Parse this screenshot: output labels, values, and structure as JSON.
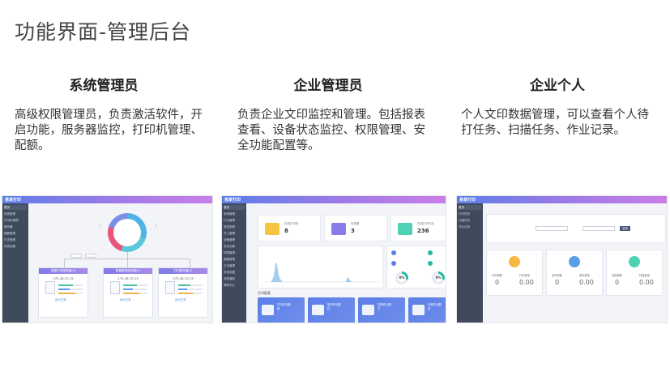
{
  "slide": {
    "title": "功能界面-管理后台"
  },
  "columns": [
    {
      "heading": "系统管理员",
      "desc": "高级权限管理员，负责激活软件，开启功能，服务器监控，打印机管理、配额。"
    },
    {
      "heading": "企业管理员",
      "desc": "负责企业文印监控和管理。包括报表查看、设备状态监控、权限管理、安全功能配置等。"
    },
    {
      "heading": "企业个人",
      "desc": "个人文印数据管理，可以查看个人待打任务、扫描任务、作业记录。"
    }
  ],
  "colors": {
    "topbar_start": "#5b7ee8",
    "topbar_end": "#c97ee8",
    "sidebar": "#3f4a5c",
    "accent_blue": "#5b7ee8",
    "accent_teal": "#28b9a5"
  },
  "screenshots": {
    "sysadmin": {
      "logo": "易享打印",
      "sidebar": [
        "首页",
        "系统管理",
        "打印机管理",
        "服务器",
        "配额管理",
        "日志管理",
        "系统设置"
      ],
      "servers": [
        {
          "title": "数据中转服务器(0)",
          "ip": "172.26.72.12"
        },
        {
          "title": "数据管理服务器(0)",
          "ip": "172.26.72.13"
        },
        {
          "title": "打印服务器(0)",
          "ip": "172.26.72.13"
        }
      ],
      "status": "运行正常"
    },
    "enterprise": {
      "logo": "易享打印",
      "sidebar": [
        "首页",
        "系统管理",
        "打印管理",
        "报表查看",
        "员工管理",
        "设备管理",
        "安全功能",
        "权限管理",
        "配额管理",
        "日志管理",
        "系统设置",
        "消息通知",
        "帮助中心"
      ],
      "stats": [
        {
          "label": "在线打印机",
          "value": "8"
        },
        {
          "label": "在线数",
          "value": "3"
        },
        {
          "label": "在线打印作业",
          "value": "236"
        }
      ],
      "donuts": [
        "0%",
        "0%"
      ],
      "section": "打印报表",
      "tiles": [
        {
          "label": "打印作业数",
          "value": "0"
        },
        {
          "label": "复印作业数",
          "value": "0"
        },
        {
          "label": "扫描作业数",
          "value": "7"
        },
        {
          "label": "传真作业数",
          "value": "0"
        }
      ]
    },
    "personal": {
      "logo": "易享打印",
      "sidebar": [
        "首页",
        "打印任务",
        "扫描任务",
        "作业记录"
      ],
      "search_btn": "查询",
      "cards": [
        {
          "left_label": "打印张数",
          "right_label": "打印费用",
          "left_value": "0",
          "right_value": "0.00"
        },
        {
          "left_label": "复印张数",
          "right_label": "复印费用",
          "left_value": "0",
          "right_value": "0.00"
        },
        {
          "left_label": "扫描张数",
          "right_label": "扫描费用",
          "left_value": "0",
          "right_value": "0.00"
        }
      ]
    }
  }
}
